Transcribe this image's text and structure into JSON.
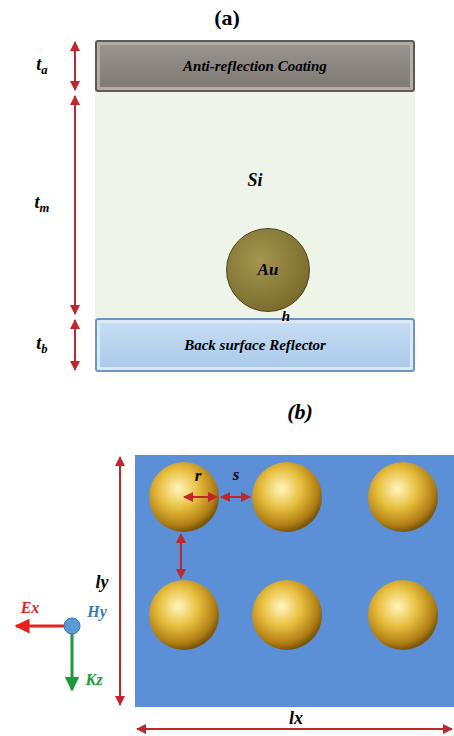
{
  "diagram": {
    "nodes": [
      {
        "text": [
          "Anti-reflection Coating"
        ]
      },
      {
        "text": [
          "Si"
        ]
      },
      {
        "text": [
          "Au"
        ],
        "in": 1
      },
      {
        "text": [
          "Back surface Reflector"
        ]
      }
    ],
    "labels": [
      "(a)",
      "ta",
      "tm",
      "tb",
      "h",
      "(b)",
      "r",
      "s",
      "ly",
      "lx",
      "Ex",
      "Hy",
      "Kz"
    ]
  }
}
